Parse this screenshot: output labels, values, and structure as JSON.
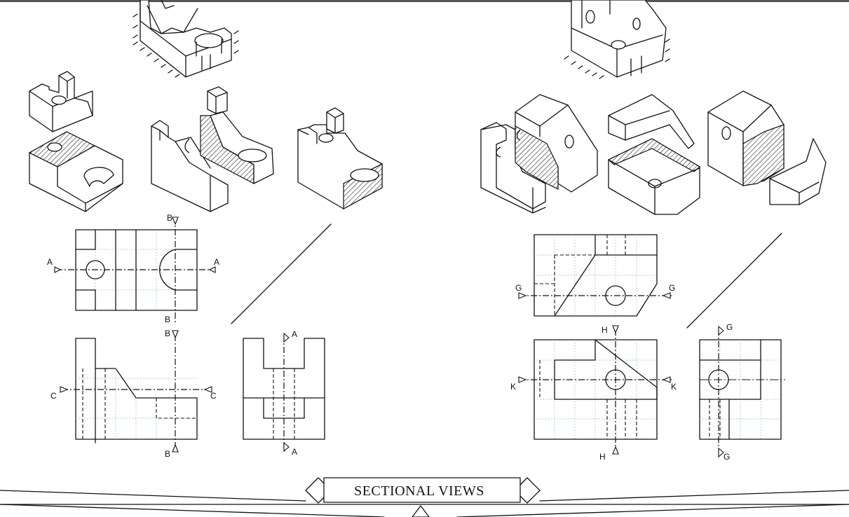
{
  "banner": {
    "title": "SECTIONAL VIEWS"
  },
  "left_set": {
    "cutting_planes": [
      {
        "letter": "A",
        "labels": [
          "A",
          "A",
          "A",
          "A"
        ]
      },
      {
        "letter": "B",
        "labels": [
          "B",
          "B",
          "B",
          "B"
        ]
      },
      {
        "letter": "C",
        "labels": [
          "C",
          "C"
        ]
      }
    ]
  },
  "right_set": {
    "cutting_planes": [
      {
        "letter": "G",
        "labels": [
          "G",
          "G",
          "G",
          "G"
        ]
      },
      {
        "letter": "H",
        "labels": [
          "H",
          "H"
        ]
      },
      {
        "letter": "K",
        "labels": [
          "K",
          "K"
        ]
      }
    ]
  }
}
